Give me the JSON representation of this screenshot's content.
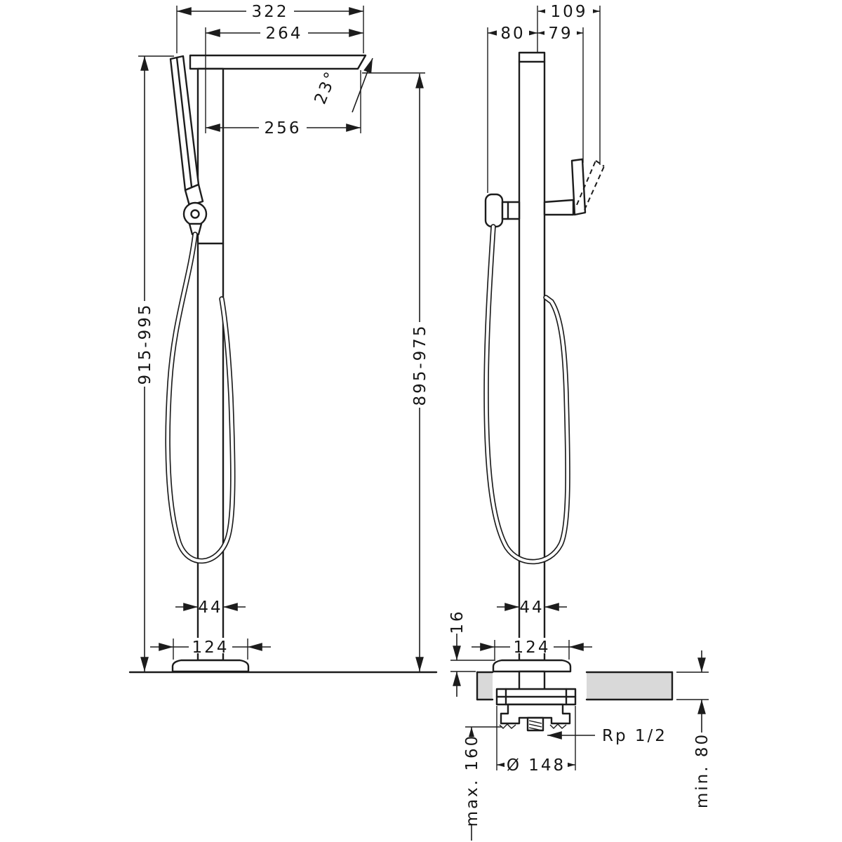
{
  "meta": {
    "drawing_type": "freestanding bath mixer dimensional drawing"
  },
  "colors": {
    "line": "#1c1c1c",
    "floor_fill": "#d9d9d9"
  },
  "front_view": {
    "width_overall": "322",
    "spout_width": "264",
    "spout_reach": "256",
    "spout_angle": "23°",
    "height_left": "915-995",
    "height_right": "895-975",
    "pillar_width": "44",
    "base_width": "124"
  },
  "side_view": {
    "handle_reach": "109",
    "depth_front": "80",
    "depth_back": "79",
    "pillar_width": "44",
    "base_width": "124",
    "base_height": "16",
    "install_depth": "max. 160",
    "cutout_diameter": "Ø 148",
    "thread": "Rp 1/2",
    "floor_thickness": "min. 80"
  }
}
